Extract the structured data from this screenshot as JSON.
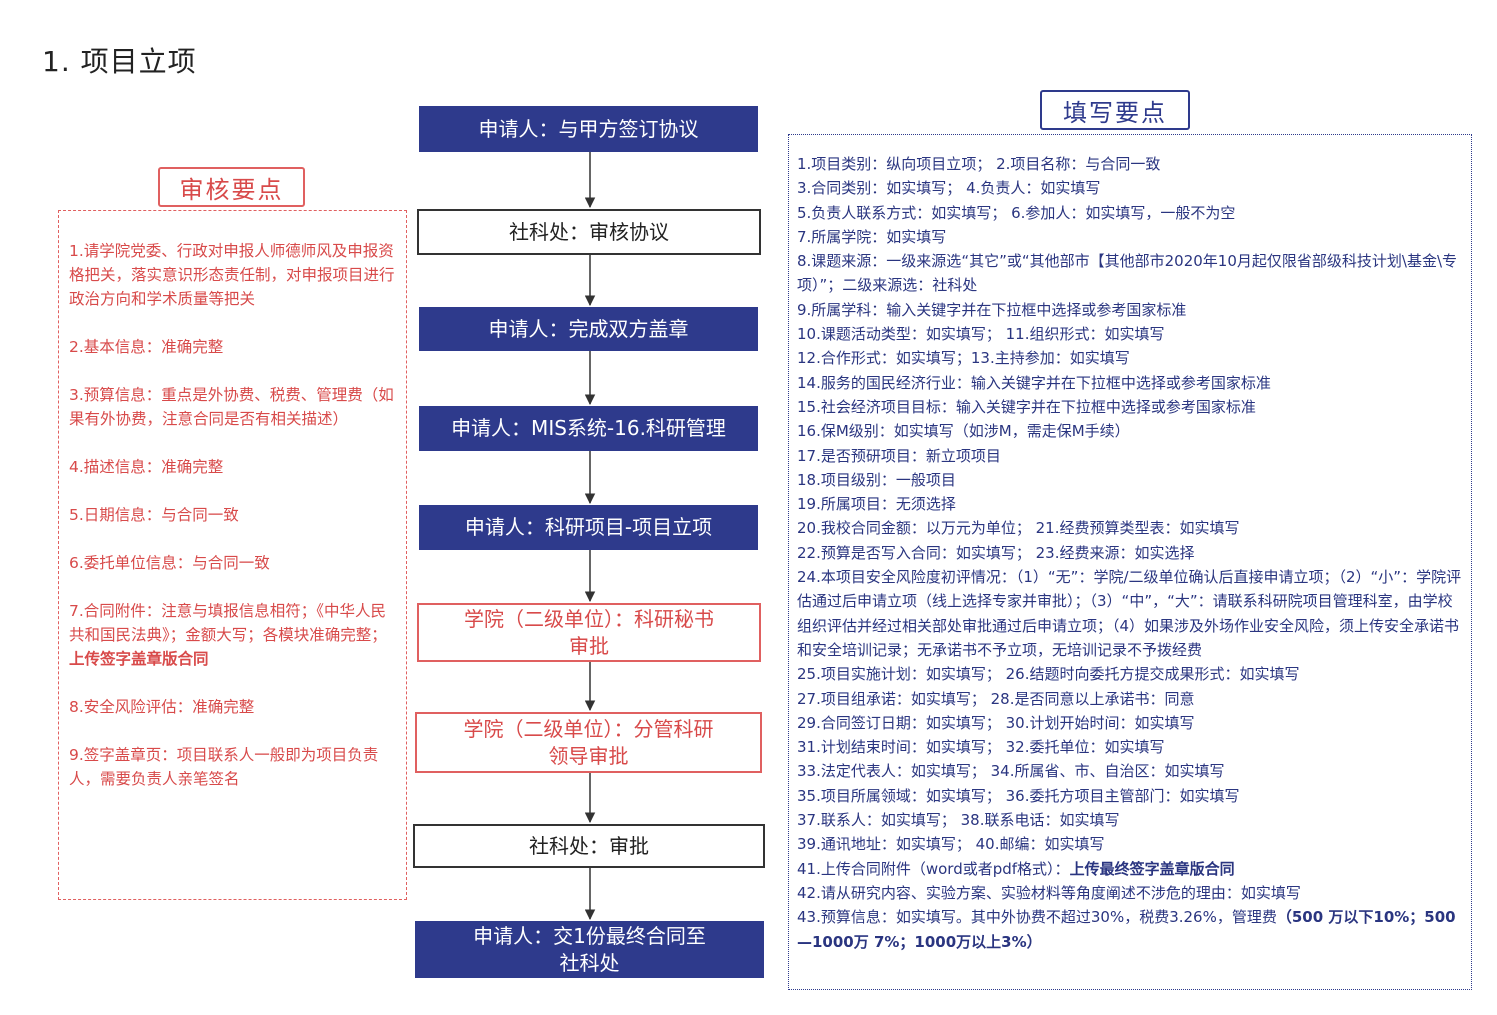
{
  "page": {
    "title": "1. 项目立项"
  },
  "flow": {
    "steps": [
      {
        "lines": [
          "申请人：与甲方签订协议"
        ],
        "style": "applicant"
      },
      {
        "lines": [
          "社科处：审核协议"
        ],
        "style": "office"
      },
      {
        "lines": [
          "申请人：完成双方盖章"
        ],
        "style": "applicant"
      },
      {
        "lines": [
          "申请人：MIS系统-16.科研管理"
        ],
        "style": "applicant"
      },
      {
        "lines": [
          "申请人：科研项目-项目立项"
        ],
        "style": "applicant"
      },
      {
        "lines": [
          "学院（二级单位）：科研秘书",
          "审批"
        ],
        "style": "college"
      },
      {
        "lines": [
          "学院（二级单位）：分管科研",
          "领导审批"
        ],
        "style": "college"
      },
      {
        "lines": [
          "社科处：审批"
        ],
        "style": "office"
      },
      {
        "lines": [
          "申请人：交1份最终合同至",
          "社科处"
        ],
        "style": "applicant"
      }
    ]
  },
  "review": {
    "heading": "审核要点",
    "items": [
      {
        "text": "1.请学院党委、行政对申报人师德师风及申报资格把关，落实意识形态责任制，对申报项目进行政治方向和学术质量等把关"
      },
      {
        "text": "2.基本信息：准确完整"
      },
      {
        "text": "3.预算信息：重点是外协费、税费、管理费（如果有外协费，注意合同是否有相关描述）"
      },
      {
        "text": "4.描述信息：准确完整"
      },
      {
        "text": "5.日期信息：与合同一致"
      },
      {
        "text": "6.委托单位信息：与合同一致"
      },
      {
        "text": "7.合同附件：注意与填报信息相符；《中华人民共和国民法典》；金额大写；各模块准确完整；",
        "bold": "上传签字盖章版合同"
      },
      {
        "text": "8.安全风险评估：准确完整"
      },
      {
        "text": "9.签字盖章页：项目联系人一般即为项目负责人，需要负责人亲笔签名"
      }
    ]
  },
  "fill": {
    "heading": "填写要点",
    "lines": [
      {
        "text": "1.项目类别：纵向项目立项； 2.项目名称：与合同一致"
      },
      {
        "text": "3.合同类别：如实填写； 4.负责人：如实填写"
      },
      {
        "text": "5.负责人联系方式：如实填写； 6.参加人：如实填写，一般不为空"
      },
      {
        "text": "7.所属学院：如实填写"
      },
      {
        "text": "8.课题来源：一级来源选“其它”或“其他部市【其他部市2020年10月起仅限省部级科技计划\\基金\\专项）”；二级来源选：社科处",
        "wrap": true
      },
      {
        "text": "9.所属学科：输入关键字并在下拉框中选择或参考国家标准"
      },
      {
        "text": "10.课题活动类型：如实填写； 11.组织形式：如实填写"
      },
      {
        "text": "12.合作形式：如实填写；13.主持参加：如实填写"
      },
      {
        "text": "14.服务的国民经济行业：输入关键字并在下拉框中选择或参考国家标准"
      },
      {
        "text": "15.社会经济项目目标：输入关键字并在下拉框中选择或参考国家标准"
      },
      {
        "text": "16.保M级别：如实填写（如涉M，需走保M手续）"
      },
      {
        "text": "17.是否预研项目：新立项项目"
      },
      {
        "text": "18.项目级别：一般项目"
      },
      {
        "text": "19.所属项目：无须选择"
      },
      {
        "text": "20.我校合同金额：以万元为单位；  21.经费预算类型表：如实填写"
      },
      {
        "text": "22.预算是否写入合同：如实填写；  23.经费来源：如实选择"
      },
      {
        "text": "24.本项目安全风险度初评情况：（1）“无”：学院/二级单位确认后直接申请立项；（2）“小”：学院评估通过后申请立项（线上选择专家并审批）；（3）“中”，“大”：请联系科研院项目管理科室，由学校组织评估并经过相关部处审批通过后申请立项；（4）如果涉及外场作业安全风险，须上传安全承诺书和安全培训记录；无承诺书不予立项，无培训记录不予拨经费",
        "wrap": true
      },
      {
        "text": "25.项目实施计划：如实填写；  26.结题时向委托方提交成果形式：如实填写"
      },
      {
        "text": "27.项目组承诺：如实填写；  28.是否同意以上承诺书：同意"
      },
      {
        "text": "29.合同签订日期：如实填写； 30.计划开始时间：如实填写"
      },
      {
        "text": "31.计划结束时间：如实填写； 32.委托单位：如实填写"
      },
      {
        "text": "33.法定代表人：如实填写；  34.所属省、市、自治区：如实填写"
      },
      {
        "text": "35.项目所属领域：如实填写； 36.委托方项目主管部门：如实填写"
      },
      {
        "text": "37.联系人：如实填写；  38.联系电话：如实填写"
      },
      {
        "text": "39.通讯地址：如实填写；  40.邮编：如实填写"
      },
      {
        "text": "41.上传合同附件（word或者pdf格式）：",
        "bold": "上传最终签字盖章版合同"
      },
      {
        "text": "42.请从研究内容、实验方案、实验材料等角度阐述不涉危的理由：如实填写"
      },
      {
        "text": "43.预算信息：如实填写。其中外协费不超过30%，税费3.26%，管理费",
        "bold": "（500 万以下10%；500—1000万 7%；1000万以上3%）",
        "wrap": true
      }
    ]
  },
  "colors": {
    "applicant": "#2e3a8c",
    "college": "#d84a4a",
    "office": "#333333"
  }
}
